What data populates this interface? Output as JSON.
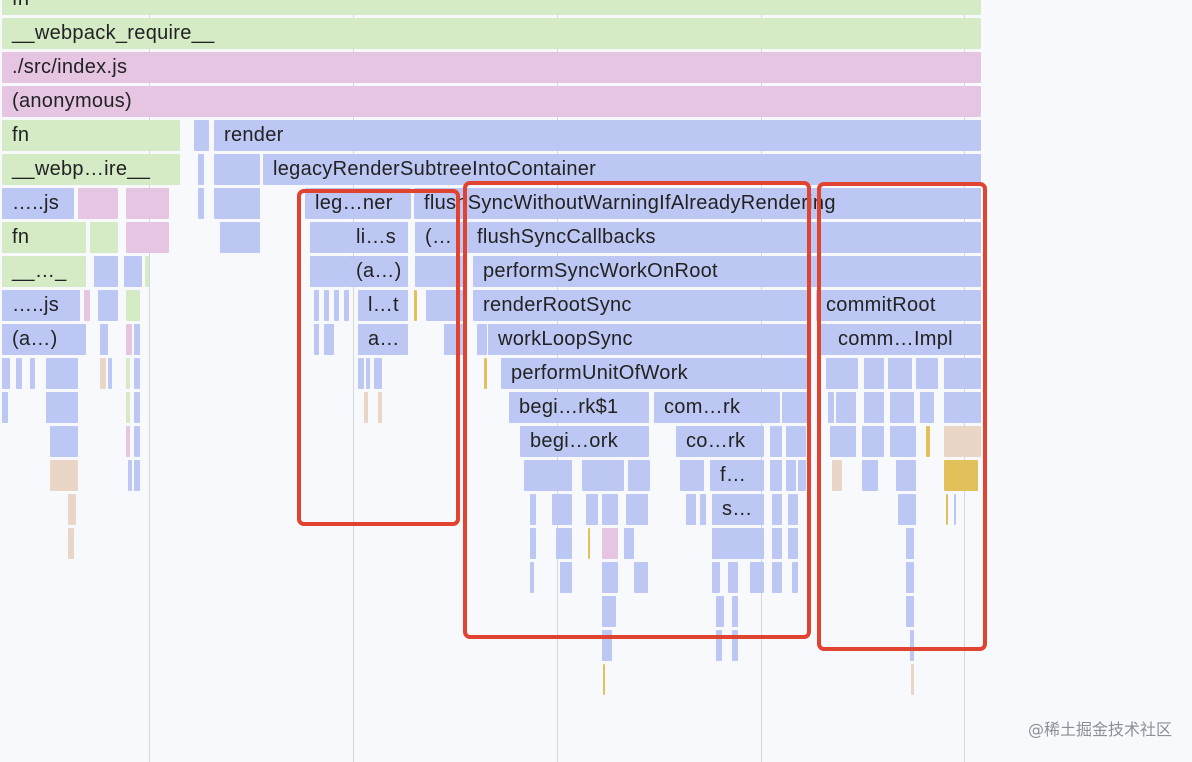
{
  "frames": {
    "fn_top": "fn",
    "webpack_require": "__webpack_require__",
    "index_js": "./src/index.js",
    "anonymous": "(anonymous)",
    "fn_left": "fn",
    "render": "render",
    "webp_ire": "__webp…ire__",
    "legacy_render": "legacyRenderSubtreeIntoContainer",
    "dots_js": "…..js",
    "leg_ner": "leg…ner",
    "flush_sync": "flushSyncWithoutWarningIfAlreadyRendering",
    "fn_left2": "fn",
    "li_s": "li…s",
    "paren_ellipsis": "(…",
    "flush_callbacks": "flushSyncCallbacks",
    "underscore_dots": "__…_",
    "a_paren": "(a…)",
    "perform_sync": "performSyncWorkOnRoot",
    "dots_js2": "…..js",
    "l_t": "l…t",
    "render_root": "renderRootSync",
    "commit_root": "commitRoot",
    "a_paren_left": "(a…)",
    "a_dots": "a…",
    "work_loop": "workLoopSync",
    "comm_impl": "comm…Impl",
    "perform_unit": "performUnitOfWork",
    "begi_rk1": "begi…rk$1",
    "com_rk": "com…rk",
    "begi_ork": "begi…ork",
    "co_rk": "co…rk",
    "f_dots": "f…",
    "s_dots": "s…"
  },
  "watermark": "@稀土掘金技术社区",
  "colors": {
    "green": "#d4ebc6",
    "pink": "#e6c5e3",
    "blue": "#bcc7f3",
    "tan": "#e9d6c6",
    "gold": "#e3c15a",
    "highlight": "#e0432f"
  }
}
